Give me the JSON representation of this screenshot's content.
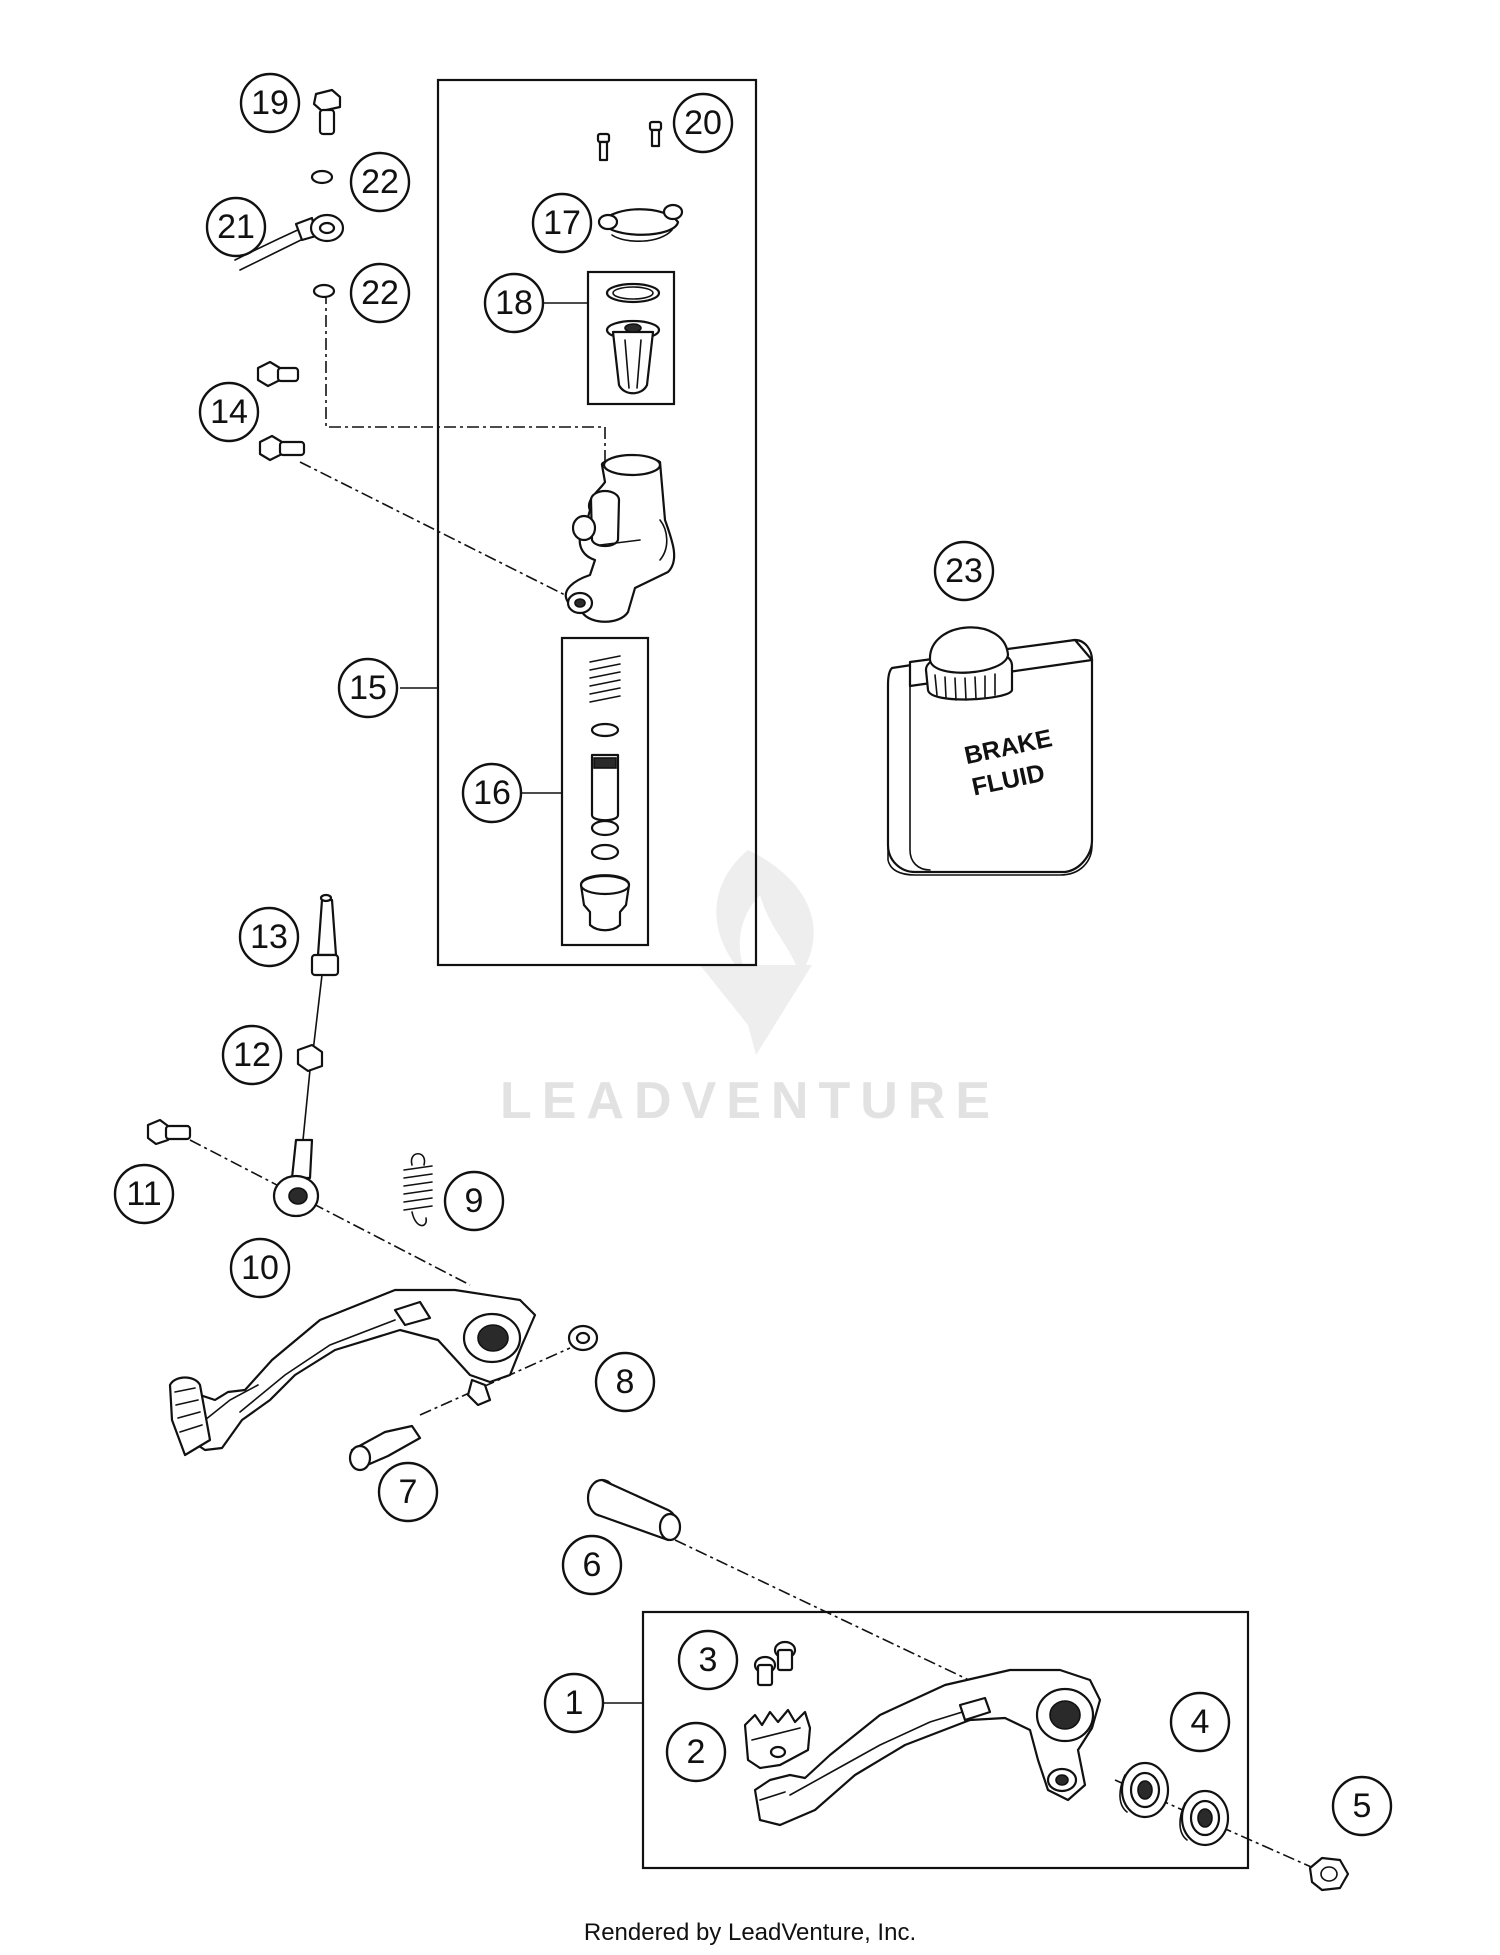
{
  "callouts": {
    "c1": "1",
    "c2": "2",
    "c3": "3",
    "c4": "4",
    "c5": "5",
    "c6": "6",
    "c7": "7",
    "c8": "8",
    "c9": "9",
    "c10": "10",
    "c11": "11",
    "c12": "12",
    "c13": "13",
    "c14": "14",
    "c15": "15",
    "c16": "16",
    "c17": "17",
    "c18": "18",
    "c19": "19",
    "c20": "20",
    "c21": "21",
    "c22a": "22",
    "c22b": "22",
    "c23": "23"
  },
  "container_label": {
    "line1": "BRAKE",
    "line2": "FLUID"
  },
  "watermark": {
    "text": "LEADVENTURE"
  },
  "footer": {
    "text": "Rendered by LeadVenture, Inc."
  }
}
